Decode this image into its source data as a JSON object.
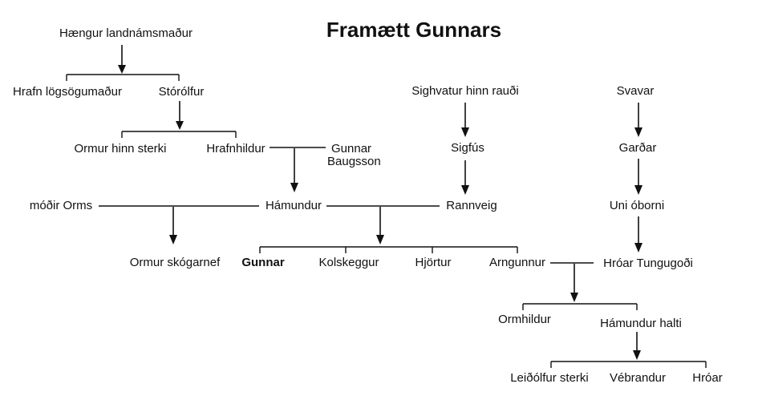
{
  "title": "Framætt Gunnars",
  "people": {
    "haengur": "Hængur landnámsmaður",
    "hrafn": "Hrafn lögsögumaður",
    "storolfur": "Stórólfur",
    "ormur_sterki": "Ormur hinn sterki",
    "hrafnhildur": "Hrafnhildur",
    "gunnar_b1": "Gunnar",
    "gunnar_b2": "Baugsson",
    "modir_orms": "móðir Orms",
    "hamundur": "Hámundur",
    "rannveig": "Rannveig",
    "ormur_skogarnef": "Ormur skógarnef",
    "gunnar": "Gunnar",
    "kolskeggur": "Kolskeggur",
    "hjortur": "Hjörtur",
    "arngunnur": "Arngunnur",
    "sighvatur": "Sighvatur hinn rauði",
    "sigfus": "Sigfús",
    "svavar": "Svavar",
    "gardar": "Garðar",
    "uni": "Uni óborni",
    "hroar_tungugodi": "Hróar Tungugoði",
    "ormhildur": "Ormhildur",
    "hamundur_halti": "Hámundur halti",
    "leidolfur": "Leiðólfur sterki",
    "vebrandur": "Vébrandur",
    "hroar": "Hróar"
  }
}
